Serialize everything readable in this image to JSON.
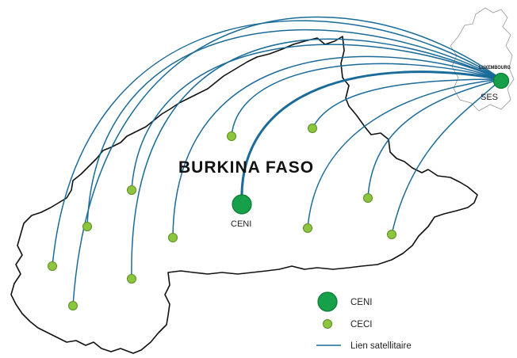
{
  "map": {
    "country_name": "BURKINA FASO",
    "hub_country_label": "LUXEMBOURG",
    "hub_label": "SES",
    "center_label": "CENI"
  },
  "legend": {
    "items": [
      {
        "label": "CENI",
        "symbol": "large-green-circle"
      },
      {
        "label": "CECI",
        "symbol": "small-green-circle"
      },
      {
        "label": "Lien satellitaire",
        "symbol": "blue-line"
      }
    ]
  },
  "colors": {
    "link": "#1a6b99",
    "ceni_fill": "#16a04a",
    "ceni_stroke": "#0d7a35",
    "ceci_fill": "#8cc63f",
    "ceci_stroke": "#5d8c24",
    "border": "#111111",
    "hub_region_border": "#999999"
  }
}
